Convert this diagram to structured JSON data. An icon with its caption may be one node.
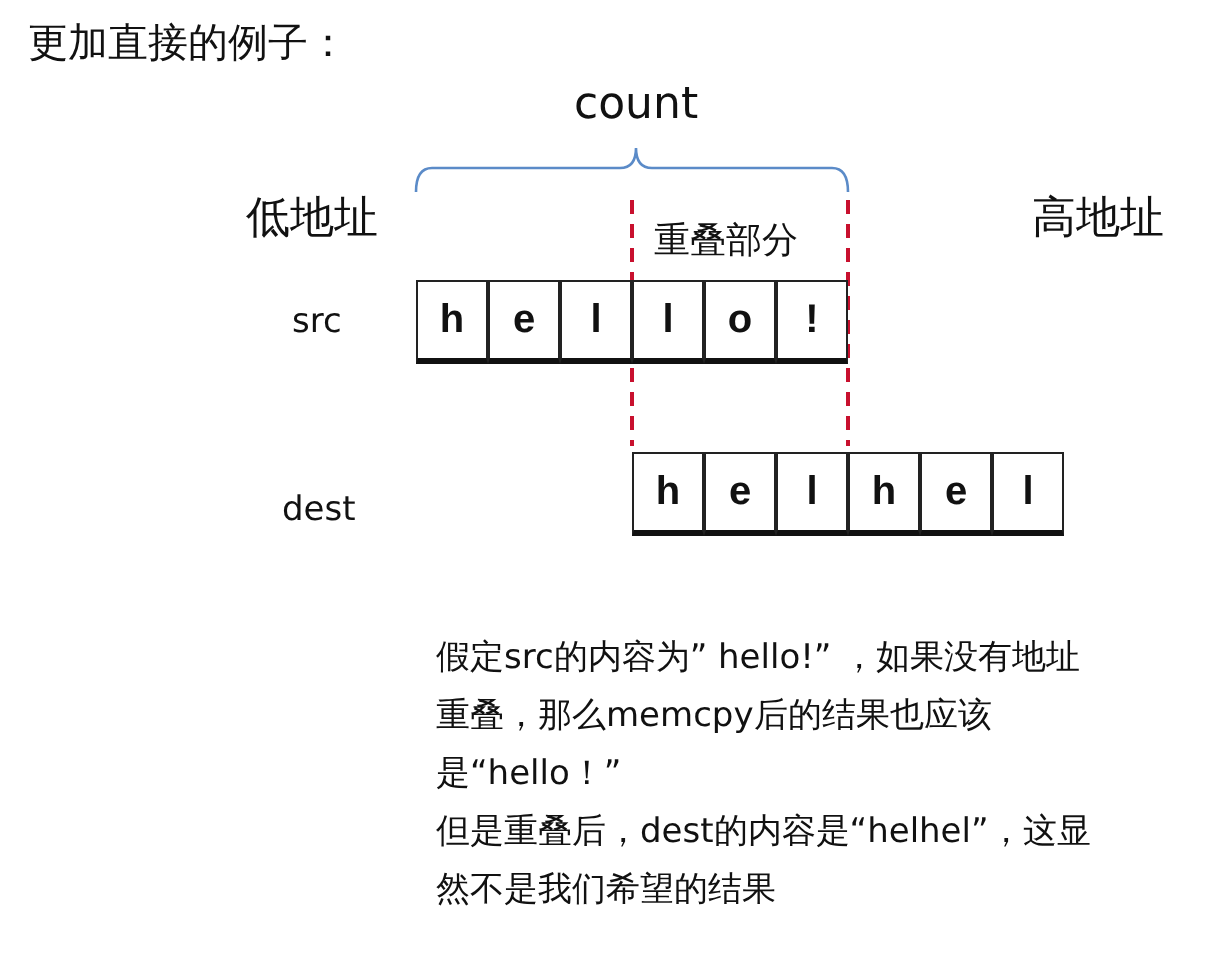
{
  "diagram": {
    "title": "更加直接的例子：",
    "nodes": [
      {
        "text": [
          "h"
        ]
      },
      {
        "text": [
          "e"
        ]
      },
      {
        "text": [
          "l"
        ]
      },
      {
        "text": [
          "l"
        ]
      },
      {
        "text": [
          "o"
        ]
      },
      {
        "text": [
          "!"
        ]
      },
      {
        "text": [
          "h"
        ]
      },
      {
        "text": [
          "e"
        ]
      },
      {
        "text": [
          "l"
        ]
      },
      {
        "text": [
          "h"
        ]
      },
      {
        "text": [
          "e"
        ]
      },
      {
        "text": [
          "l"
        ]
      }
    ],
    "labels": [
      "count",
      "低地址",
      "重叠部分",
      "高地址",
      "src",
      "dest",
      "假定src的内容为” hello!” ，如果没有地址重叠，那么memcpy后的结果也应该是“hello！”",
      "但是重叠后，dest的内容是“helhel”，这显然不是我们希望的结果"
    ]
  }
}
